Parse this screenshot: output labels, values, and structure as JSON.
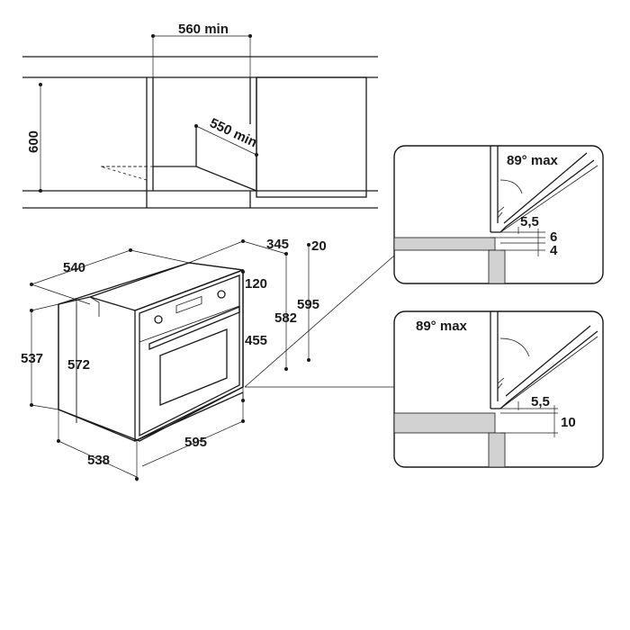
{
  "cabinet_view": {
    "width_min": "560 min",
    "height": "600",
    "depth_min": "550 min"
  },
  "oven_view": {
    "depth_total": "540",
    "front_to_top": "345",
    "panel_thickness": "20",
    "control_height": "120",
    "front_height": "595",
    "body_height_right": "582",
    "door_height": "455",
    "side_height_left": "537",
    "body_height_left": "572",
    "bottom_depth": "538",
    "width": "595"
  },
  "detail_top": {
    "angle": "89° max",
    "gap": "5,5",
    "dim_a": "6",
    "dim_b": "4"
  },
  "detail_bottom": {
    "angle": "89° max",
    "gap": "5,5",
    "dim_a": "10"
  }
}
